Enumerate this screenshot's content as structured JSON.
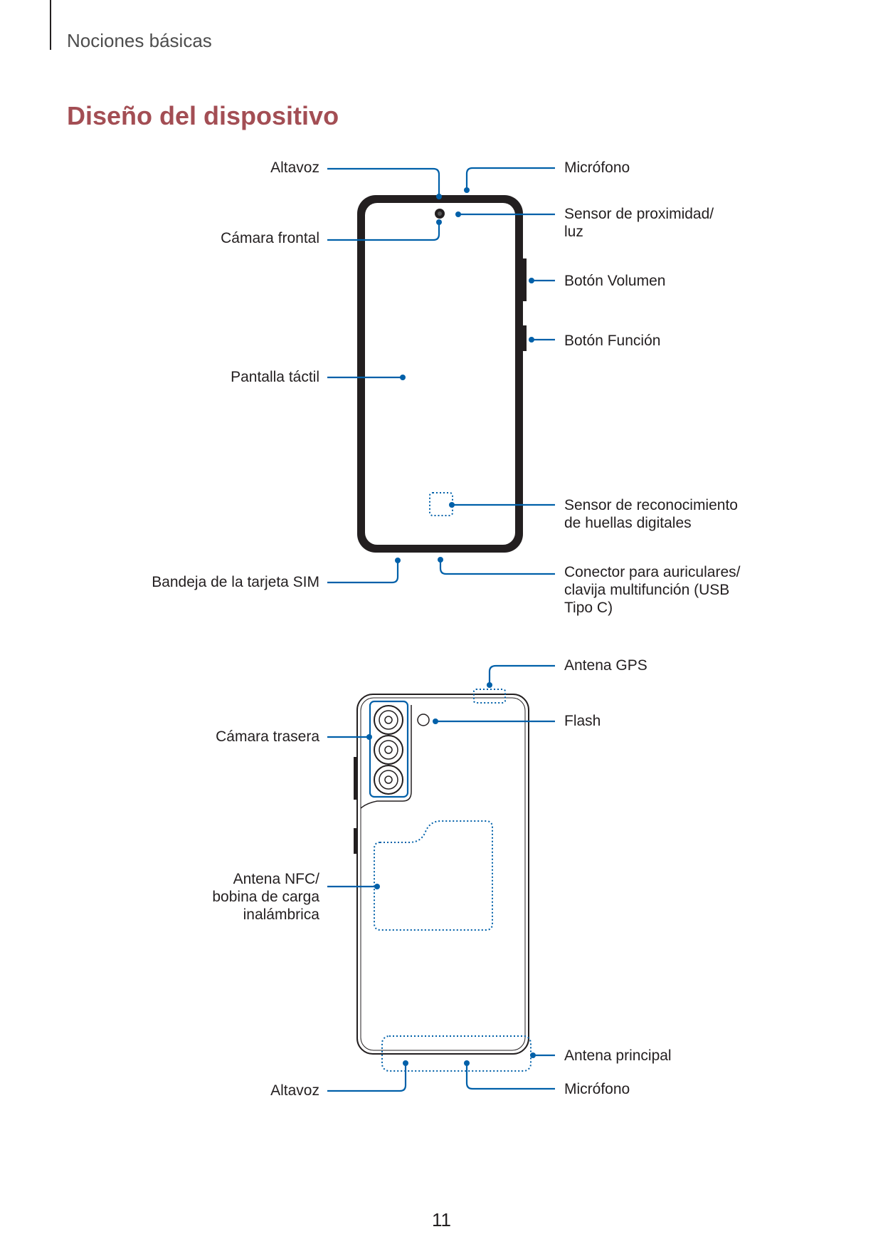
{
  "header": {
    "section": "Nociones básicas"
  },
  "title": "Diseño del dispositivo",
  "front_labels": {
    "speaker": "Altavoz",
    "microphone": "Micrófono",
    "front_camera": "Cámara frontal",
    "proximity_sensor": [
      "Sensor de proximidad/",
      "luz"
    ],
    "volume_button": "Botón Volumen",
    "function_button": "Botón Función",
    "touchscreen": "Pantalla táctil",
    "fingerprint_sensor": [
      "Sensor de reconocimiento",
      "de huellas digitales"
    ],
    "sim_tray": "Bandeja de la tarjeta SIM",
    "usb_connector": [
      "Conector para auriculares/",
      "clavija multifunción (USB",
      "Tipo C)"
    ]
  },
  "back_labels": {
    "gps_antenna": "Antena GPS",
    "flash": "Flash",
    "rear_camera": "Cámara trasera",
    "nfc_antenna": [
      "Antena NFC/",
      "bobina de carga",
      "inalámbrica"
    ],
    "main_antenna": "Antena principal",
    "speaker": "Altavoz",
    "microphone": "Micrófono"
  },
  "page_number": "11",
  "colors": {
    "title": "#a34e54",
    "callout": "#0060a9",
    "text": "#231f20"
  }
}
